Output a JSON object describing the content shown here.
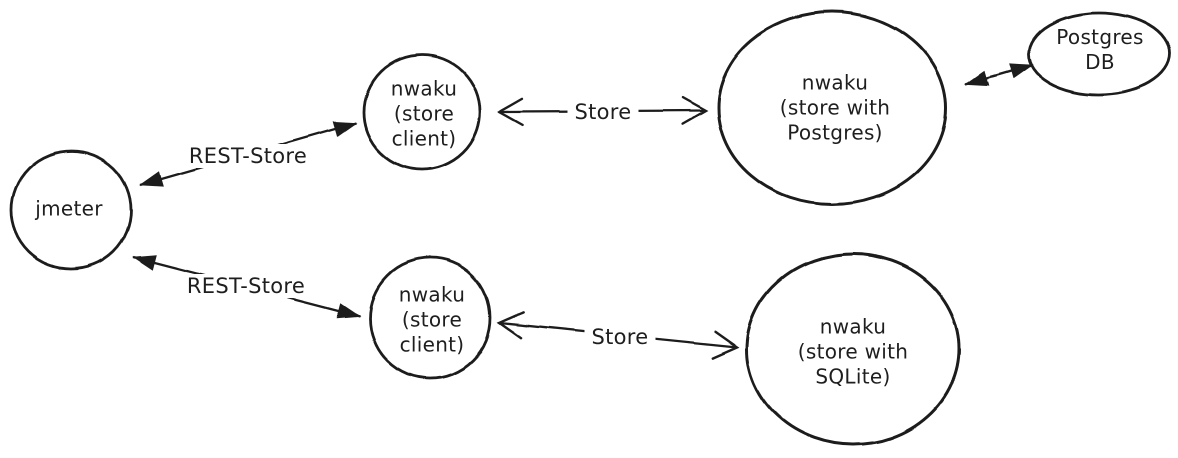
{
  "diagram": {
    "background": "#ffffff",
    "stroke": "#1e1e1e",
    "nodes": {
      "jmeter": {
        "label": "jmeter",
        "shape": "circle"
      },
      "store_client_top": {
        "label": "nwaku\n(store\nclient)",
        "shape": "circle"
      },
      "store_postgres": {
        "label": "nwaku\n(store with\nPostgres)",
        "shape": "ellipse"
      },
      "postgres_db": {
        "label": "Postgres\nDB",
        "shape": "ellipse"
      },
      "store_client_bottom": {
        "label": "nwaku\n(store\nclient)",
        "shape": "circle"
      },
      "store_sqlite": {
        "label": "nwaku\n(store with\nSQLite)",
        "shape": "circle"
      }
    },
    "edges": {
      "rest_store_top": {
        "label": "REST-Store",
        "from": "jmeter",
        "to": "store_client_top",
        "direction": "bidirectional",
        "head_style": "filled"
      },
      "rest_store_bottom": {
        "label": "REST-Store",
        "from": "jmeter",
        "to": "store_client_bottom",
        "direction": "bidirectional",
        "head_style": "filled"
      },
      "store_top": {
        "label": "Store",
        "from": "store_client_top",
        "to": "store_postgres",
        "direction": "bidirectional",
        "head_style": "open"
      },
      "store_bottom": {
        "label": "Store",
        "from": "store_client_bottom",
        "to": "store_sqlite",
        "direction": "bidirectional",
        "head_style": "open"
      },
      "postgres_db_link": {
        "from": "store_postgres",
        "to": "postgres_db",
        "direction": "bidirectional",
        "head_style": "filled"
      }
    }
  }
}
